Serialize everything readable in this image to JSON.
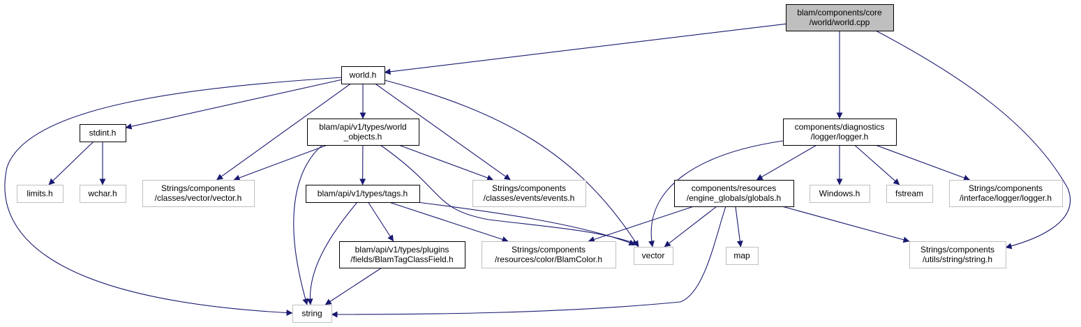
{
  "colors": {
    "edge": "#191970",
    "node_border": "#000000",
    "external_border": "#bfbfbf",
    "root_fill": "#bfbfbf",
    "node_fill": "#ffffff"
  },
  "nodes": [
    {
      "id": "n_world_cpp",
      "lines": [
        "blam/components/core",
        "/world/world.cpp"
      ],
      "style": "root"
    },
    {
      "id": "n_world_h",
      "lines": [
        "world.h"
      ],
      "style": "normal"
    },
    {
      "id": "n_logger_h",
      "lines": [
        "components/diagnostics",
        "/logger/logger.h"
      ],
      "style": "normal"
    },
    {
      "id": "n_stdint_h",
      "lines": [
        "stdint.h"
      ],
      "style": "normal"
    },
    {
      "id": "n_world_objects_h",
      "lines": [
        "blam/api/v1/types/world",
        "_objects.h"
      ],
      "style": "normal"
    },
    {
      "id": "n_limits_h",
      "lines": [
        "limits.h"
      ],
      "style": "external"
    },
    {
      "id": "n_wchar_h",
      "lines": [
        "wchar.h"
      ],
      "style": "external"
    },
    {
      "id": "n_vector_h",
      "lines": [
        "Strings/components",
        "/classes/vector/vector.h"
      ],
      "style": "external"
    },
    {
      "id": "n_events_h",
      "lines": [
        "Strings/components",
        "/classes/events/events.h"
      ],
      "style": "external"
    },
    {
      "id": "n_globals_h",
      "lines": [
        "components/resources",
        "/engine_globals/globals.h"
      ],
      "style": "normal"
    },
    {
      "id": "n_windows_h",
      "lines": [
        "Windows.h"
      ],
      "style": "external"
    },
    {
      "id": "n_fstream",
      "lines": [
        "fstream"
      ],
      "style": "external"
    },
    {
      "id": "n_iface_logger_h",
      "lines": [
        "Strings/components",
        "/interface/logger/logger.h"
      ],
      "style": "external"
    },
    {
      "id": "n_tags_h",
      "lines": [
        "blam/api/v1/types/tags.h"
      ],
      "style": "normal"
    },
    {
      "id": "n_vector",
      "lines": [
        "vector"
      ],
      "style": "external"
    },
    {
      "id": "n_map",
      "lines": [
        "map"
      ],
      "style": "external"
    },
    {
      "id": "n_string_h",
      "lines": [
        "Strings/components",
        "/utils/string/string.h"
      ],
      "style": "external"
    },
    {
      "id": "n_blamtag_h",
      "lines": [
        "blam/api/v1/types/plugins",
        "/fields/BlamTagClassField.h"
      ],
      "style": "normal"
    },
    {
      "id": "n_blamcolor_h",
      "lines": [
        "Strings/components",
        "/resources/color/BlamColor.h"
      ],
      "style": "external"
    },
    {
      "id": "n_string",
      "lines": [
        "string"
      ],
      "style": "external"
    }
  ],
  "edges": [
    [
      "n_world_cpp",
      "n_world_h"
    ],
    [
      "n_world_cpp",
      "n_logger_h"
    ],
    [
      "n_world_cpp",
      "n_string_h"
    ],
    [
      "n_world_h",
      "n_string"
    ],
    [
      "n_world_h",
      "n_stdint_h"
    ],
    [
      "n_world_h",
      "n_world_objects_h"
    ],
    [
      "n_world_h",
      "n_vector_h"
    ],
    [
      "n_world_h",
      "n_events_h"
    ],
    [
      "n_world_h",
      "n_vector"
    ],
    [
      "n_stdint_h",
      "n_limits_h"
    ],
    [
      "n_stdint_h",
      "n_wchar_h"
    ],
    [
      "n_world_objects_h",
      "n_vector_h"
    ],
    [
      "n_world_objects_h",
      "n_events_h"
    ],
    [
      "n_world_objects_h",
      "n_string"
    ],
    [
      "n_world_objects_h",
      "n_tags_h"
    ],
    [
      "n_world_objects_h",
      "n_vector"
    ],
    [
      "n_logger_h",
      "n_vector"
    ],
    [
      "n_logger_h",
      "n_globals_h"
    ],
    [
      "n_logger_h",
      "n_windows_h"
    ],
    [
      "n_logger_h",
      "n_fstream"
    ],
    [
      "n_logger_h",
      "n_iface_logger_h"
    ],
    [
      "n_tags_h",
      "n_string"
    ],
    [
      "n_tags_h",
      "n_blamtag_h"
    ],
    [
      "n_tags_h",
      "n_blamcolor_h"
    ],
    [
      "n_tags_h",
      "n_vector"
    ],
    [
      "n_blamtag_h",
      "n_string"
    ],
    [
      "n_globals_h",
      "n_blamcolor_h"
    ],
    [
      "n_globals_h",
      "n_vector"
    ],
    [
      "n_globals_h",
      "n_map"
    ],
    [
      "n_globals_h",
      "n_string_h"
    ],
    [
      "n_globals_h",
      "n_string"
    ]
  ]
}
